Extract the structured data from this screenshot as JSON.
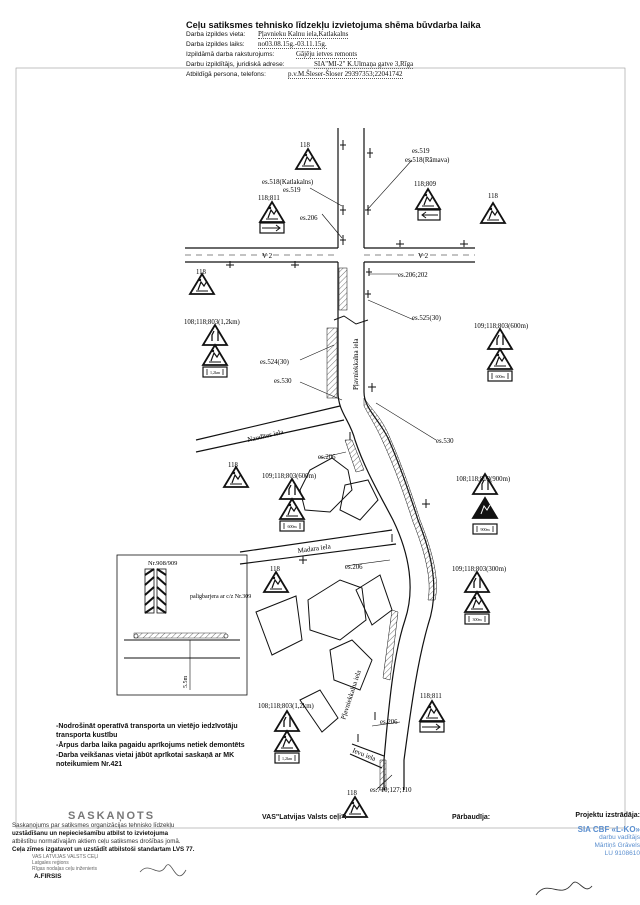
{
  "header": {
    "title": "Ceļu satiksmes tehnisko līdzekļu izvietojuma shēma būvdarba laika",
    "rows": [
      {
        "label": "Darba izpildes vieta:",
        "value": "Pļavnieku Kalnu iela,Katlakalns"
      },
      {
        "label": "Darba izpildes laiks:",
        "value": "no03.08.15g.-03.11.15g."
      },
      {
        "label": "Izpildāmā darba raksturojums:",
        "value": "Gājēju ietves remonts"
      },
      {
        "label": "Darbu izpildītājs, juridiskā adrese:",
        "value": "SIA\"MI-2\" K.Ulmaņa gatve 3,Rīga"
      },
      {
        "label": "Atbildīgā persona, telefons:",
        "value": "p.v.M.Šleser-Šloser 29397353;22041742"
      }
    ]
  },
  "streets": {
    "v2_left": "V 2",
    "v2_right": "V 2",
    "main": "Pļavniekkalna iela",
    "main_lower": "Pļavniekkalna iela",
    "naudites": "Naudītes iela",
    "madara": "Madara iela",
    "ievu": "Ievu iela"
  },
  "labels": {
    "s118_top": "118",
    "es519_r": "es.519",
    "es518_r": "es.518(Rāmava)",
    "es518_l": "es.518(Katlakalns)",
    "es519_l": "es.519",
    "s118_811_l": "118;811",
    "s118_809": "118;809",
    "s118_tr": "118",
    "es206_a": "es.206",
    "s118_l": "118",
    "es206_202": "es.206;202",
    "es525": "es.525(30)",
    "s108_top": "108;118;803(1,2km)",
    "s109_top": "109;118;803(600m)",
    "es524": "es.524(30)",
    "es530_l": "es.530",
    "es530_r": "es.530",
    "es206_b": "es.206",
    "s118_mid": "118",
    "s109_mid": "109;118;803(600m)",
    "s108_900": "108;118;803(900m)",
    "es206_c": "es.206",
    "s118_madara": "118",
    "s109_300": "109;118;803(300m)",
    "s118_811_r": "118;811",
    "s108_12_bot": "108;118;803(1,2km)",
    "es206_d": "es.206",
    "es710": "es.710;127;110",
    "s118_bot": "118"
  },
  "plate_texts": {
    "p1_2km": "1,2km",
    "p600m": "600m",
    "p600m_b": "600m",
    "p900m": "900m",
    "p300m": "300m",
    "p1_2km_b": "1,2km"
  },
  "inset": {
    "code": "Nr.908/909",
    "barrier": "palīgbarjera ar c/z Nr.309",
    "width": "5.5m"
  },
  "notes": [
    "-Nodrošināt operatīvā transporta un vietējo iedzīvotāju transporta kustību",
    "-Ārpus darba laika pagaidu aprīkojums netiek demontēts",
    "-Darba veikšanas vietai jābūt aprīkotai saskaņā ar MK noteikumiem Nr.421"
  ],
  "footer": {
    "stamp_title": "SASKAŅOTS",
    "stamp_lines": [
      "Saskaņojums par satiksmes organizācijas tehnisko līdzekļu",
      "uzstādīšanu un nepieciešamību atbilst to izvietojuma",
      "atbilstību normatīvajām aktiem ceļu satiksmes drošības jomā.",
      "Ceļa zīmes izgatavot un uzstādīt atbilstoši standartam LVS 77."
    ],
    "stamp_sub": [
      "VAS LATVIJAS VALSTS CEĻI",
      "Latgales reģions",
      "Rīgas nodaļas ceļu inženieris"
    ],
    "signer": "A.FIRSIS",
    "vas": "VAS\"Latvijas Valsts ceļi\":",
    "parbaudija": "Pārbaudīja:",
    "projekts": "Projektu izstrādāja:",
    "company": "SIA CBF «L-KO»",
    "role": "darbu vadītājs",
    "person": "Mārtiņš Grāvels",
    "id": "LU 9108610"
  },
  "colors": {
    "ink": "#111111",
    "stamp_blue": "#5b8fcf",
    "stamp_grey": "#777777"
  }
}
